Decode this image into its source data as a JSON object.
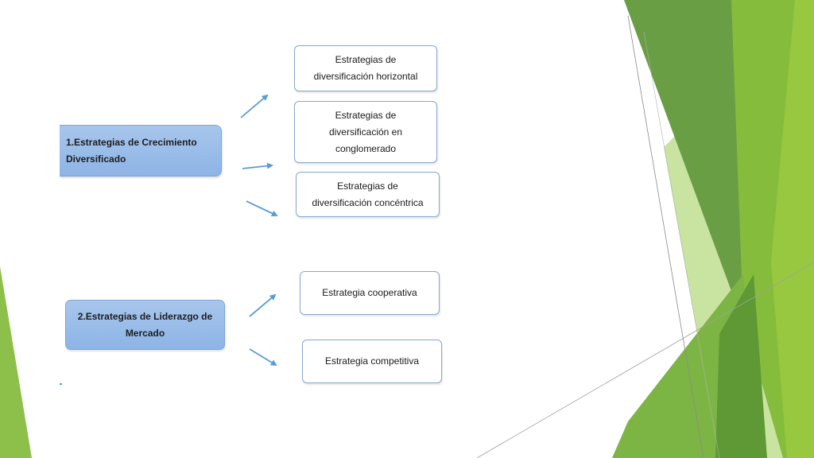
{
  "diagram": {
    "groups": [
      {
        "source": {
          "lines": [
            "1.Estrategias de Crecimiento",
            "Diversificado"
          ]
        },
        "targets": [
          {
            "lines": [
              "Estrategias de",
              "diversificación horizontal"
            ]
          },
          {
            "lines": [
              "Estrategias de",
              "diversificación en",
              "conglomerado"
            ]
          },
          {
            "lines": [
              "Estrategias de",
              "diversificación concéntrica"
            ]
          }
        ]
      },
      {
        "source": {
          "lines": [
            "2.Estrategias de Liderazgo de",
            "Mercado"
          ]
        },
        "targets": [
          {
            "lines": [
              "Estrategia cooperativa"
            ]
          },
          {
            "lines": [
              "Estrategia competitiva"
            ]
          }
        ]
      }
    ]
  },
  "colors": {
    "source_box_fill": "#99bbe8",
    "target_box_border": "#86a6cf",
    "arrow": "#5b9bd5",
    "accent_green_light": "#9bc53d",
    "accent_green_dark": "#4e8a2a"
  }
}
